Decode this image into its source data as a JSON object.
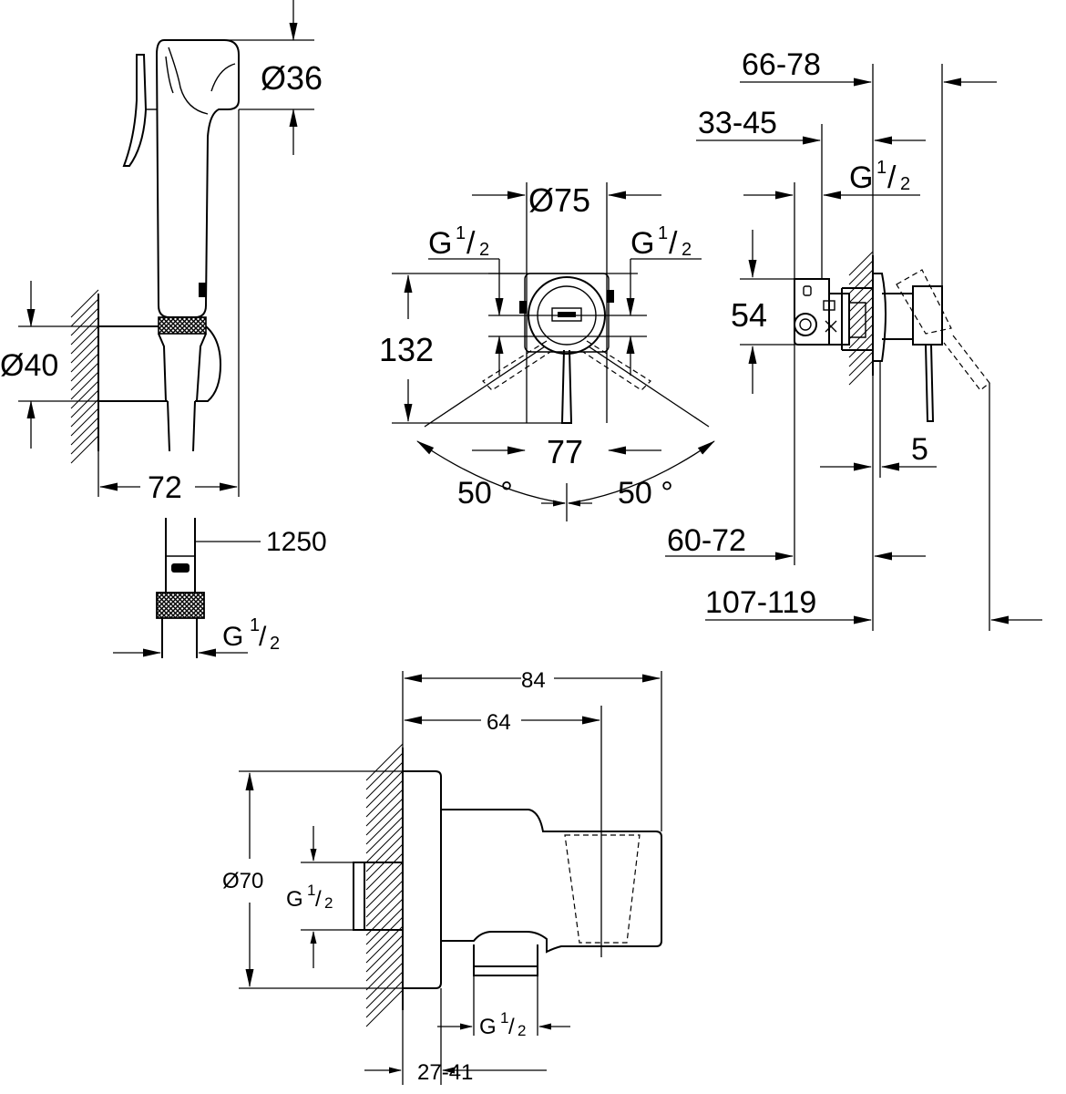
{
  "handshower": {
    "dim_diameter": "Ø36",
    "dim_holder_diameter": "Ø40",
    "dim_projection": "72"
  },
  "hose": {
    "dim_length": "1250",
    "thread": {
      "g": "G",
      "num": "1",
      "den": "2"
    }
  },
  "front_view": {
    "dim_rosette": "Ø75",
    "dim_height": "132",
    "dim_spacing": "77",
    "angle_left": "50 °",
    "angle_right": "50 °",
    "thread_left": {
      "g": "G",
      "num": "1",
      "den": "2"
    },
    "thread_right": {
      "g": "G",
      "num": "1",
      "den": "2"
    }
  },
  "side_view": {
    "dim_66_78": "66-78",
    "dim_33_45": "33-45",
    "dim_54": "54",
    "dim_5": "5",
    "dim_60_72": "60-72",
    "dim_107_119": "107-119",
    "thread": {
      "g": "G",
      "num": "1",
      "den": "2"
    }
  },
  "wall_outlet": {
    "dim_84": "84",
    "dim_64": "64",
    "dim_diameter": "Ø70",
    "dim_27_41": "27-41",
    "thread_inlet": {
      "g": "G",
      "num": "1",
      "den": "2"
    },
    "thread_outlet": {
      "g": "G",
      "num": "1",
      "den": "2"
    }
  }
}
